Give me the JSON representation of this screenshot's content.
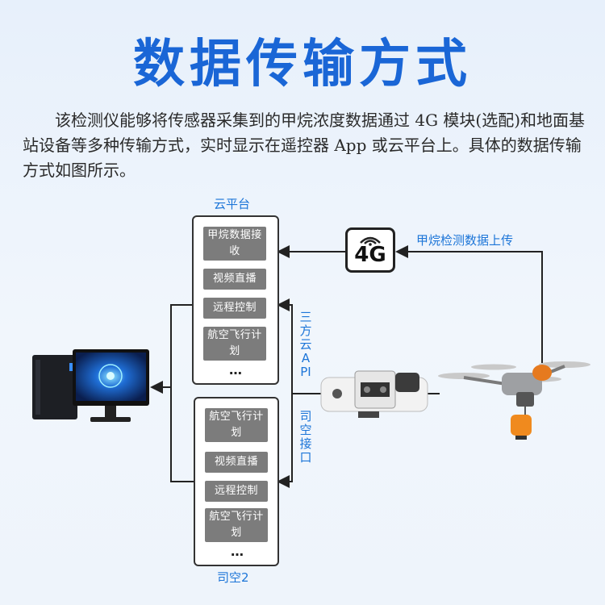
{
  "title": "数据传输方式",
  "intro": "该检测仪能够将传感器采集到的甲烷浓度数据通过 4G 模块(选配)和地面基站设备等多种传输方式，实时显示在遥控器 App 或云平台上。具体的数据传输方式如图所示。",
  "cloud": {
    "label": "云平台",
    "items": [
      "甲烷数据接收",
      "视频直播",
      "远程控制",
      "航空飞行计划"
    ],
    "more": "…"
  },
  "sikong": {
    "label": "司空2",
    "items": [
      "航空飞行计划",
      "视频直播",
      "远程控制",
      "航空飞行计划"
    ],
    "more": "…"
  },
  "links": {
    "api": "三方云API",
    "sikong_port": "司空接口",
    "upload": "甲烷检测数据上传",
    "badge": "4G"
  }
}
